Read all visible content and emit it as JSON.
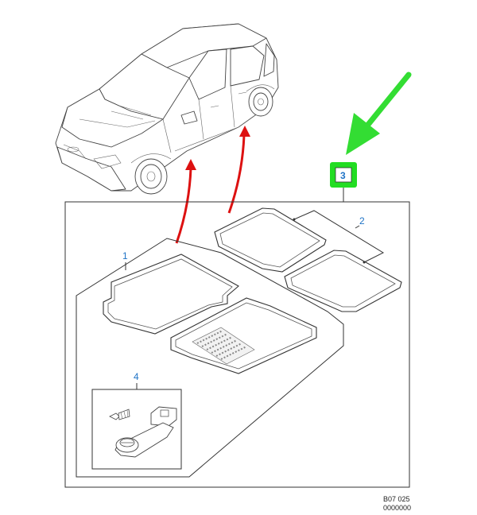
{
  "callouts": {
    "item1": "1",
    "item2": "2",
    "item3": "3",
    "item4": "4"
  },
  "reference": {
    "line1": "B07 025",
    "line2": "0000000"
  },
  "colors": {
    "callout_text": "#1f73c6",
    "highlight_box": "#22dd22",
    "highlight_arrow": "#33dd33",
    "install_arrows": "#dd1111",
    "line_art": "#333333"
  },
  "icons": {
    "highlight_arrow": "green-diagonal-arrow",
    "install_arrows": "red-curved-arrow"
  }
}
